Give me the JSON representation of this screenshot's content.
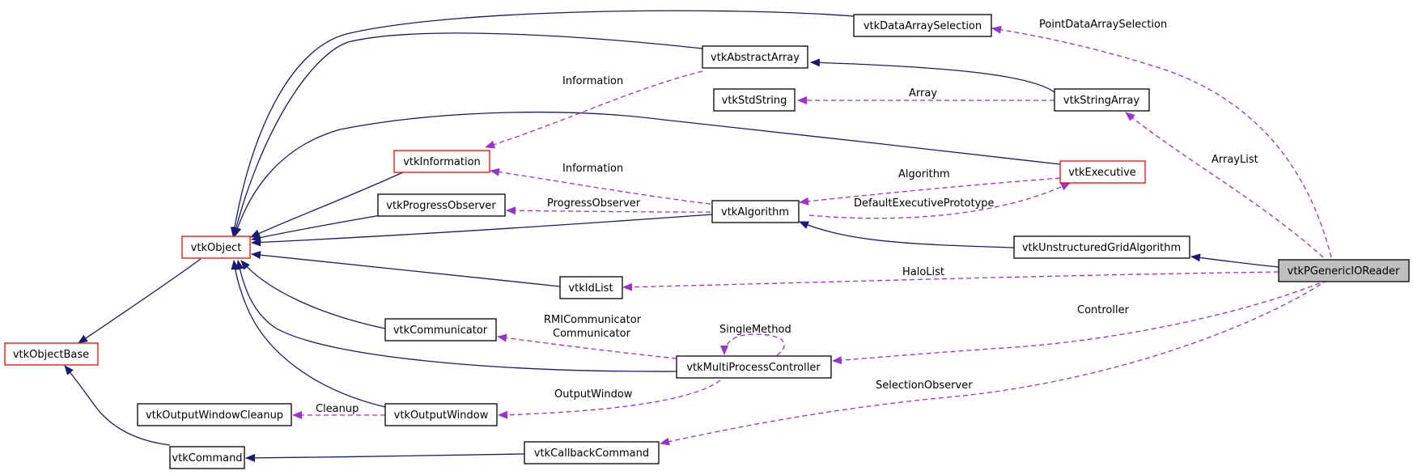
{
  "colors": {
    "inheritance": "#191970",
    "usage": "#9a32cd",
    "node_border": "#000000",
    "incomplete_node_border": "#ff0000",
    "focus_node_fill": "#bfbfbf"
  },
  "nodes": {
    "vtkDataArraySelection": "vtkDataArraySelection",
    "vtkAbstractArray": "vtkAbstractArray",
    "vtkStdString": "vtkStdString",
    "vtkStringArray": "vtkStringArray",
    "vtkInformation": "vtkInformation",
    "vtkExecutive": "vtkExecutive",
    "vtkProgressObserver": "vtkProgressObserver",
    "vtkAlgorithm": "vtkAlgorithm",
    "vtkObject": "vtkObject",
    "vtkUnstructuredGridAlgorithm": "vtkUnstructuredGridAlgorithm",
    "vtkPGenericIOReader": "vtkPGenericIOReader",
    "vtkIdList": "vtkIdList",
    "vtkCommunicator": "vtkCommunicator",
    "vtkObjectBase": "vtkObjectBase",
    "vtkMultiProcessController": "vtkMultiProcessController",
    "vtkOutputWindowCleanup": "vtkOutputWindowCleanup",
    "vtkOutputWindow": "vtkOutputWindow",
    "vtkCommand": "vtkCommand",
    "vtkCallbackCommand": "vtkCallbackCommand"
  },
  "edge_labels": {
    "point_data_array_selection": "PointDataArraySelection",
    "information_abstract": "Information",
    "array": "Array",
    "array_list": "ArrayList",
    "information_algorithm": "Information",
    "algorithm": "Algorithm",
    "progress_observer": "ProgressObserver",
    "default_executive_prototype": "DefaultExecutivePrototype",
    "halo_list": "HaloList",
    "rmi_communicator": "RMICommunicator",
    "communicator": "Communicator",
    "single_method": "SingleMethod",
    "controller": "Controller",
    "output_window": "OutputWindow",
    "selection_observer": "SelectionObserver",
    "cleanup": "Cleanup"
  }
}
